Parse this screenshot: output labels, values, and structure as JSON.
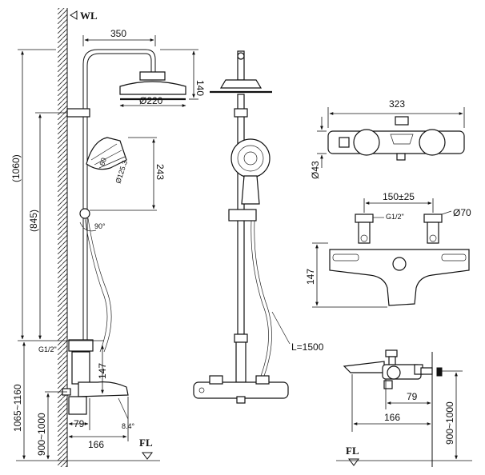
{
  "markers": {
    "wall_level": "WL",
    "floor_level_left": "FL",
    "floor_level_right": "FL"
  },
  "dimensions": {
    "arm_reach": "350",
    "head_drop": "140",
    "head_diameter": "Ø220",
    "hand_height": "243",
    "hand_dim_a": "60",
    "hand_dim_b": "Ø125.3",
    "angle": "90°",
    "total_height": "(1060)",
    "rail_height": "(845)",
    "inlet_thread": "G1/2\"",
    "valve_height": "147",
    "install_height_range": "1065~1160",
    "floor_to_valve": "900~1000",
    "valve_depth": "79",
    "spout_reach": "166",
    "spout_angle": "8.4°",
    "hose_length": "L=1500",
    "valve_width": "323",
    "valve_diameter": "Ø43",
    "inlet_spacing": "150±25",
    "inlet_thread_right": "G1/2\"",
    "escutcheon_diameter": "Ø70",
    "valve_height_right": "147",
    "valve_depth_right": "79",
    "spout_reach_right": "166",
    "floor_to_valve_right": "900~1000"
  }
}
